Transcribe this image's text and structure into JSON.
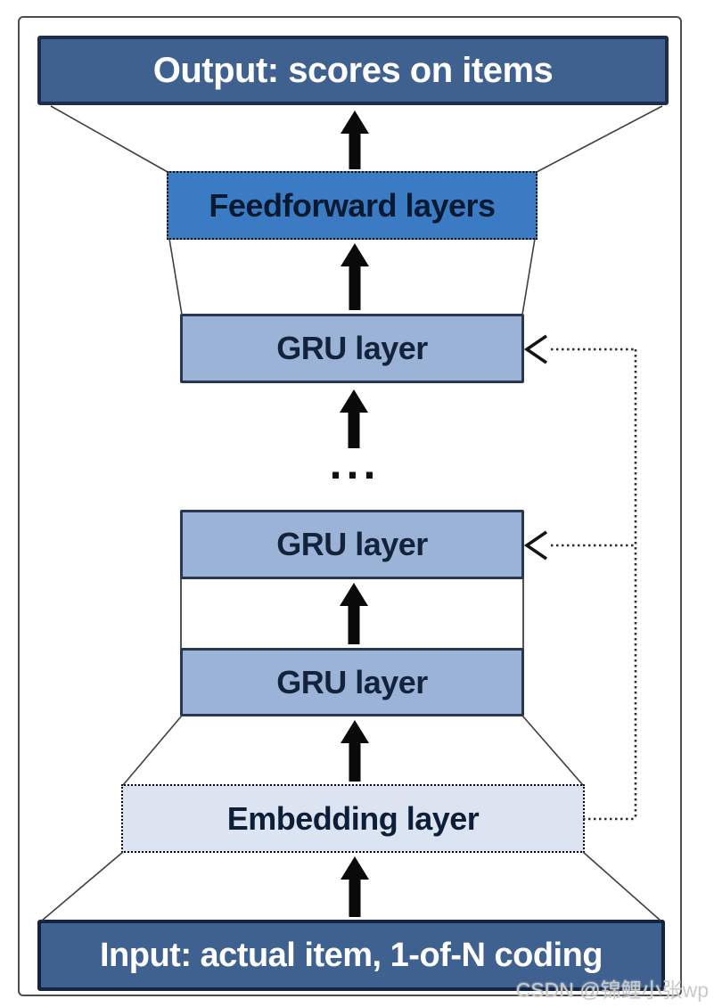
{
  "diagram": {
    "output_label": "Output: scores on items",
    "feedforward_label": "Feedforward layers",
    "gru_top_label": "GRU layer",
    "gru_middle_label": "GRU layer",
    "gru_bottom_label": "GRU layer",
    "embedding_label": "Embedding layer",
    "input_label": "Input: actual item, 1-of-N coding",
    "ellipsis": "...",
    "watermark": "CSDN @锦鲤小张wp",
    "colors": {
      "io_box_fill": "#3f618f",
      "io_box_border": "#1e2d49",
      "feedforward_fill": "#3a7bc4",
      "gru_fill": "#9ab3d6",
      "gru_border": "#28374e",
      "embedding_fill": "#dbe4f0",
      "dark_text": "#0d1f38",
      "light_text": "#ffffff",
      "arrow_color": "#0a0a0a",
      "frame_border": "#4d4d4d",
      "watermark_color": "#c9c9c9"
    }
  }
}
